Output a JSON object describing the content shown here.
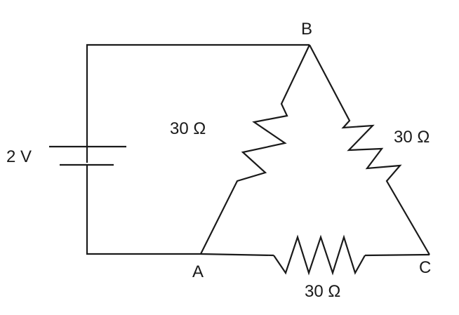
{
  "nodes": {
    "a": "A",
    "b": "B",
    "c": "C"
  },
  "battery": {
    "label": "2 V"
  },
  "resistors": {
    "ab": "30  Ω",
    "bc": "30  Ω",
    "ac": "30  Ω"
  },
  "colors": {
    "ink": "#1a1a1a",
    "background": "#ffffff"
  }
}
